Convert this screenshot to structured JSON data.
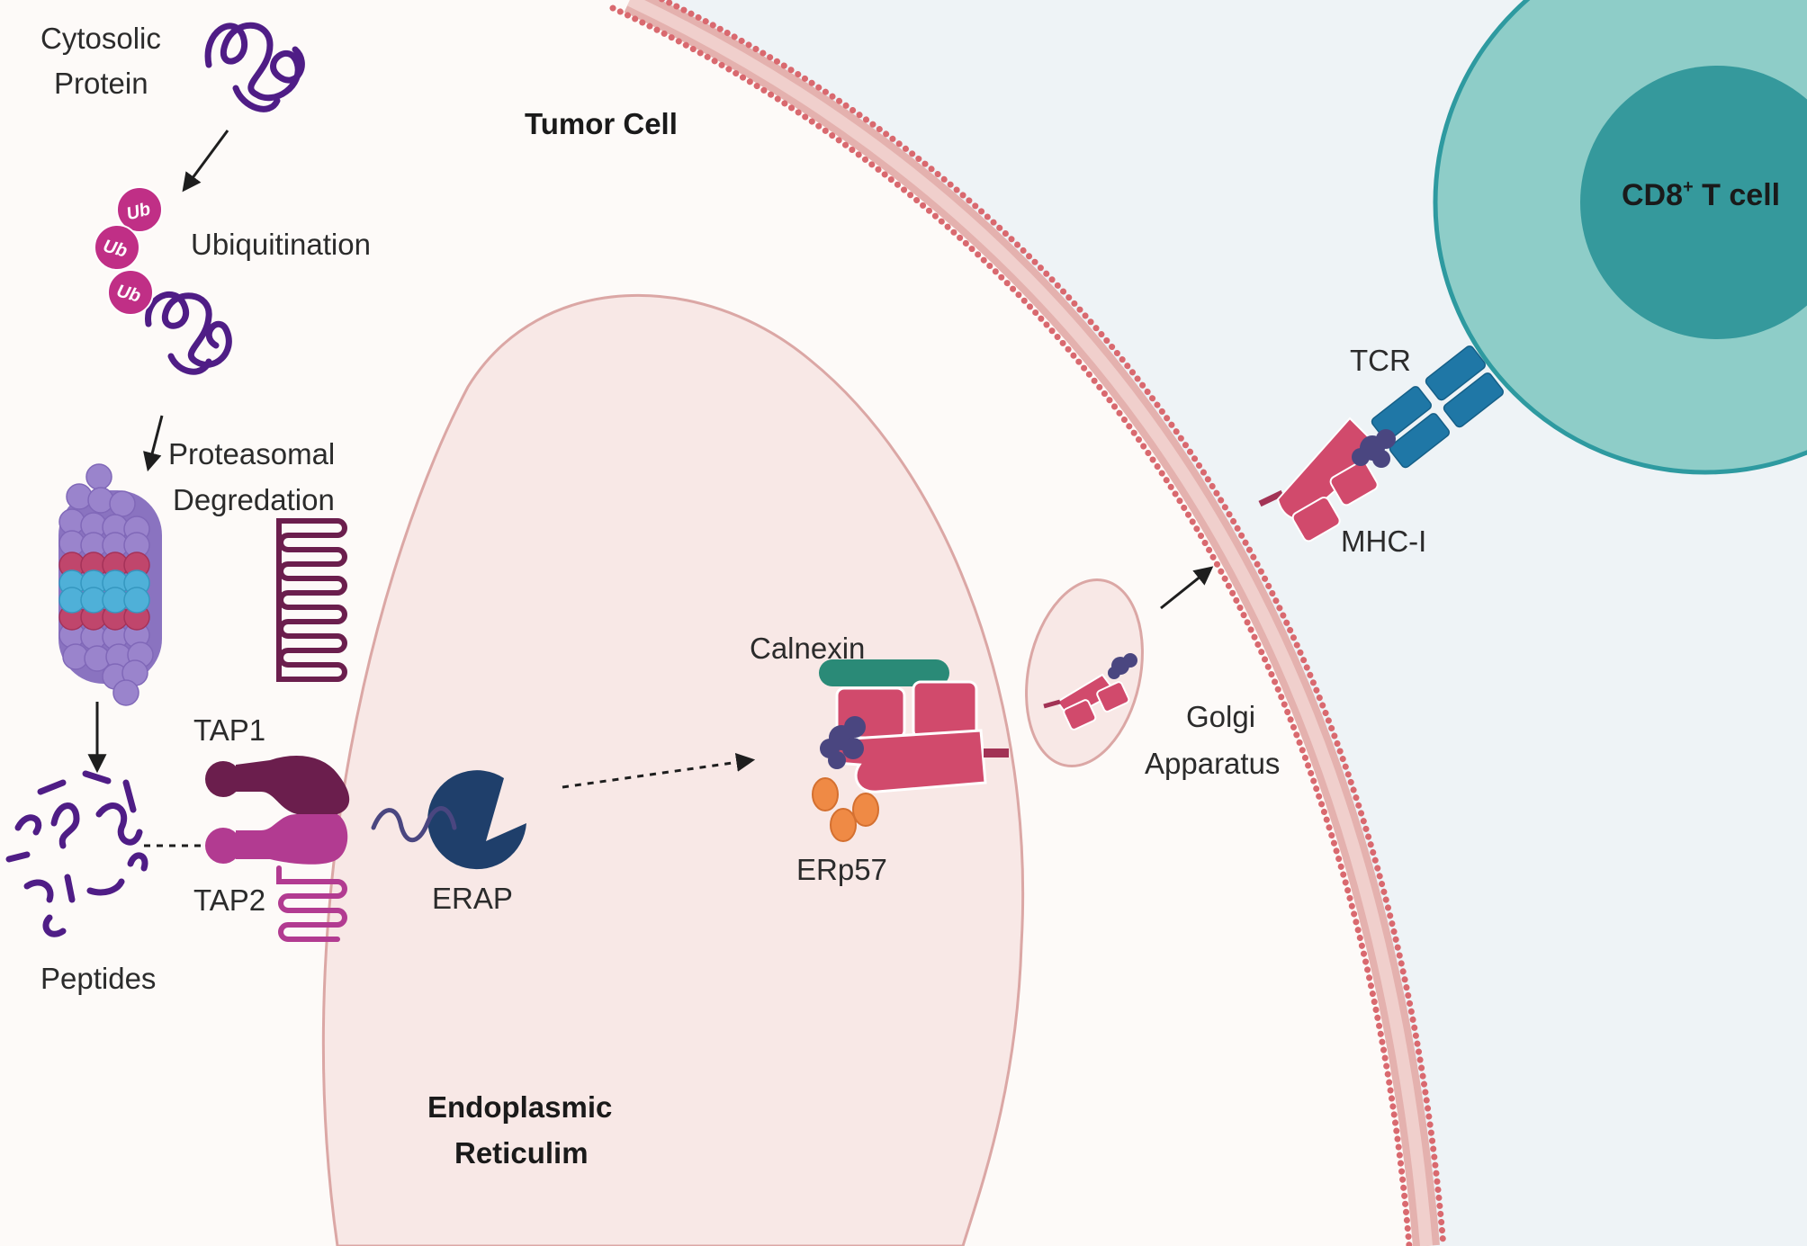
{
  "labels": {
    "cytosolic_protein_line1": "Cytosolic",
    "cytosolic_protein_line2": "Protein",
    "tumor_cell": "Tumor Cell",
    "ubiquitination": "Ubiquitination",
    "ub": "Ub",
    "proteasomal_line1": "Proteasomal",
    "proteasomal_line2": "Degredation",
    "tap1": "TAP1",
    "tap2": "TAP2",
    "peptides": "Peptides",
    "erap": "ERAP",
    "calnexin": "Calnexin",
    "erp57": "ERp57",
    "golgi_line1": "Golgi",
    "golgi_line2": "Apparatus",
    "tcr": "TCR",
    "mhc1": "MHC-I",
    "cd8_main": "CD8",
    "cd8_sup": "+",
    "cd8_rest": " T cell",
    "er_line1": "Endoplasmic",
    "er_line2": "Reticulim"
  },
  "colors": {
    "background": "#fdfaf8",
    "extracellular": "#eef3f6",
    "membrane_dot": "#d9696f",
    "er_fill": "#f8e8e6",
    "er_stroke": "#dba7a5",
    "protein": "#4f1d86",
    "ubiquitin": "#c02f86",
    "proteasome_purple": "#9a84cc",
    "proteasome_blue": "#4fb0d8",
    "proteasome_red": "#c0466c",
    "tap1": "#6b1e4d",
    "tap2": "#b23b91",
    "erap": "#1f3f6b",
    "mhc": "#d14a6c",
    "calnexin": "#2a8a77",
    "erp57": "#ef8a45",
    "peptide_blob": "#4a4680",
    "tcr": "#1f77a6",
    "tcell_outer": "#8ecdc8",
    "tcell_inner": "#35999c",
    "tcell_border": "#2e9aa0"
  }
}
